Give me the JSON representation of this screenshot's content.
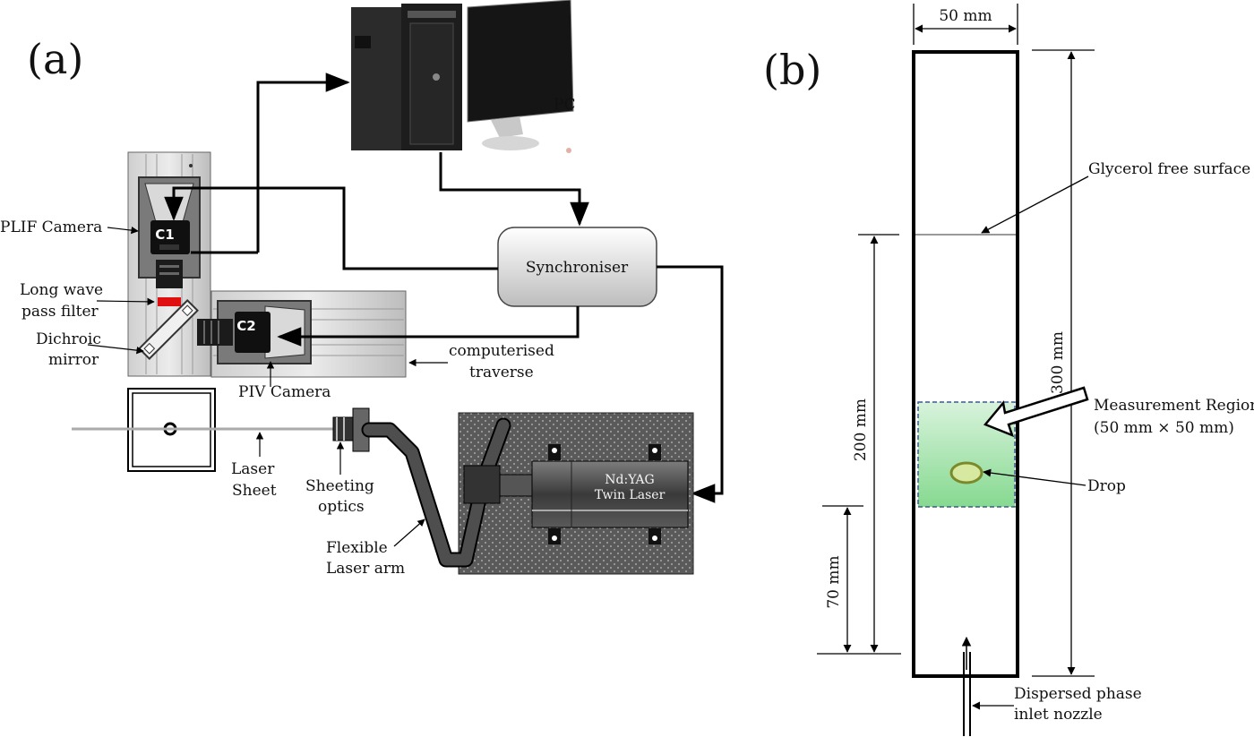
{
  "panel_a": {
    "label": "(a)",
    "labels": {
      "pc": "PC",
      "synchroniser": "Synchroniser",
      "plif_camera": "PLIF Camera",
      "c1": "C1",
      "c2": "C2",
      "filter_1": "Long wave",
      "filter_2": "pass filter",
      "mirror_1": "Dichroic",
      "mirror_2": "mirror",
      "piv_camera": "PIV Camera",
      "traverse_1": "computerised",
      "traverse_2": "traverse",
      "sheet_1": "Laser",
      "sheet_2": "Sheet",
      "optics_1": "Sheeting",
      "optics_2": "optics",
      "arm_1": "Flexible",
      "arm_2": "Laser arm",
      "laser_1": "Nd:YAG",
      "laser_2": "Twin Laser"
    }
  },
  "panel_b": {
    "label": "(b)",
    "labels": {
      "width": "50 mm",
      "height_total": "300 mm",
      "height_liquid": "200 mm",
      "height_region": "70 mm",
      "free_surface": "Glycerol free surface",
      "region_1": "Measurement Region",
      "region_2": "(50 mm × 50 mm)",
      "drop": "Drop",
      "nozzle_1": "Dispersed phase",
      "nozzle_2": "inlet nozzle"
    }
  },
  "colors": {
    "region_fill": "#8fdc9a",
    "region_border": "#3a5a8a",
    "drop": "#7a8a2a",
    "filter": "#e01010"
  }
}
